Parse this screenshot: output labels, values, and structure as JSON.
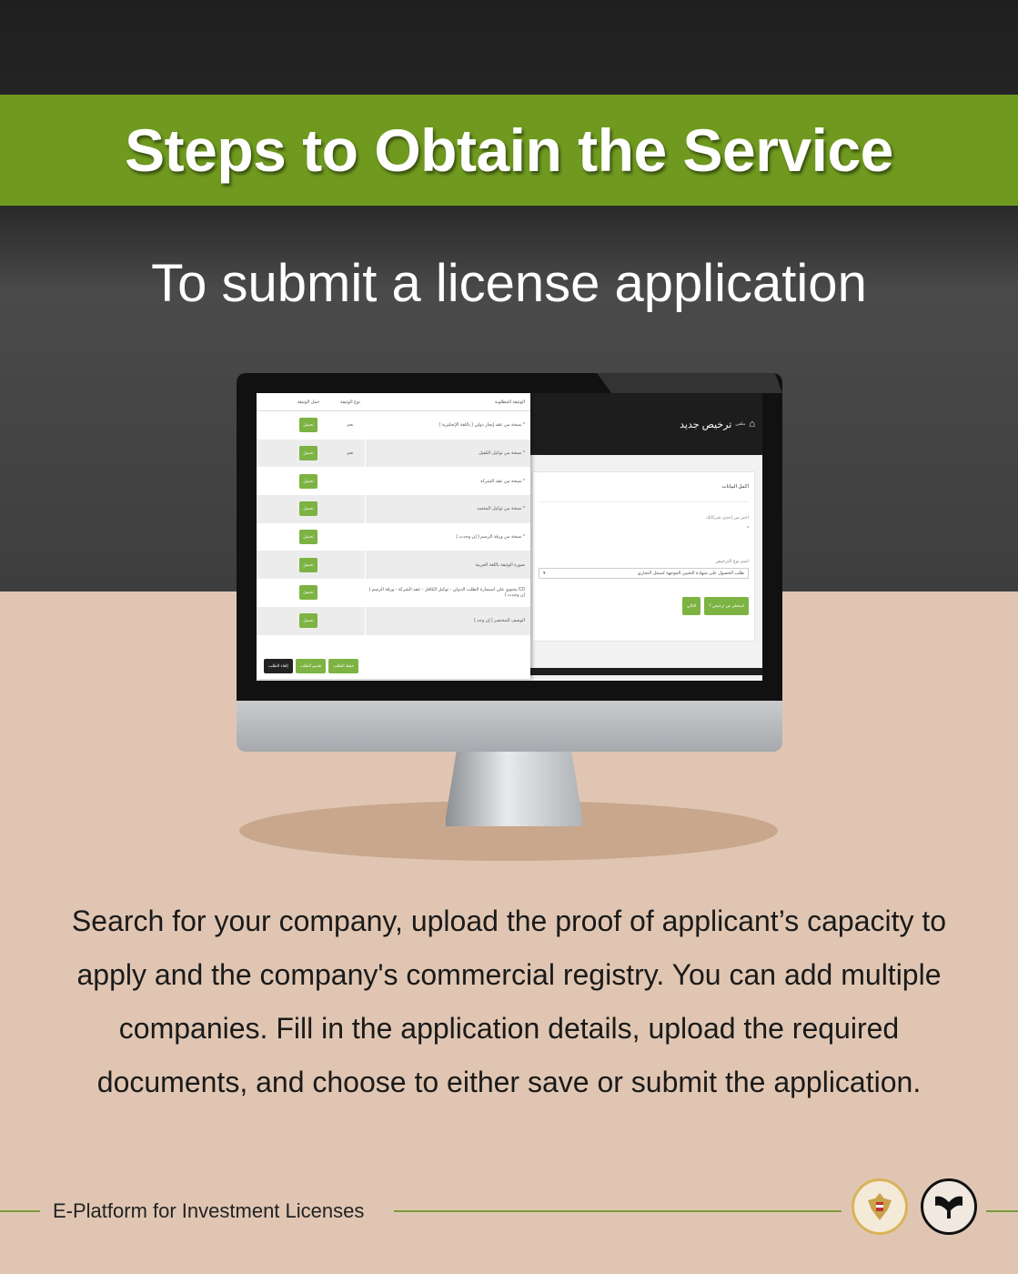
{
  "title": "Steps to Obtain the Service",
  "subtitle": "To submit a license application",
  "screen": {
    "table_headers": [
      "الوثيقة المطلوبة",
      "نوع الوثيقة",
      "حمل الوثيقة"
    ],
    "rows": [
      {
        "doc": "* نسخة من عقد إيجار دولي ( باللغة الإنجليزية )",
        "type": "نعم"
      },
      {
        "doc": "* نسخة من توكيل الكفيل",
        "type": "نعم"
      },
      {
        "doc": "* نسخة من عقد الشركة",
        "type": ""
      },
      {
        "doc": "* نسخة من توكيل المعتمد",
        "type": ""
      },
      {
        "doc": "* نسخة من ورقة الرسم ( إن وجدت )",
        "type": ""
      },
      {
        "doc": "صورة الوثيقة باللغة العربية",
        "type": ""
      },
      {
        "doc": "CD يحتوي على استمارة الطلب الدولي - توكيل الكافل - عقد الشركة - ورقة الرسم ( إن وجدت )",
        "type": ""
      },
      {
        "doc": "الوصف المختصر ( إن وجد )",
        "type": ""
      }
    ],
    "upload_label": "تحميل",
    "save_label": "حفظ الطلب",
    "submit_label": "تقديم الطلب",
    "cancel_label": "إلغاء الطلب",
    "breadcrumb_home": "ملفي",
    "breadcrumb_current": "ترخيص جديد",
    "card_title": "اكمل البيانات",
    "company_label": "اختر من إحدى شركاتك",
    "company_value": "*",
    "license_label": "اسم نوع الترخيص",
    "license_value": "طلب الحصول على شهادة التعيين الموجهة لسجل التجاري",
    "next_label": "التالي",
    "inquire_label": "استعلم عن ترخيص ؟"
  },
  "description": "Search for your company, upload the proof of applicant’s capacity to apply and the company's commercial registry. You can add multiple companies. Fill in the application details, upload the required documents, and choose to either save or submit the application.",
  "footer": {
    "brand": "E-Platform for Investment Licenses",
    "logos": [
      "Ministry of Investment and Foreign Trade",
      "General Authority for Investment & Free Zones"
    ]
  },
  "colors": {
    "accent": "#6f9a1f",
    "background": "#e0c6b2",
    "button": "#7cb342"
  }
}
